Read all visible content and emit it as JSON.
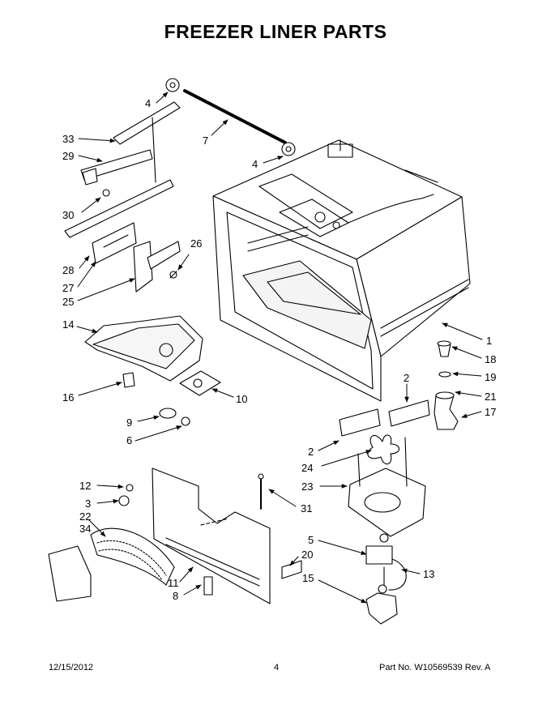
{
  "title": "FREEZER LINER PARTS",
  "footer": {
    "date": "12/15/2012",
    "page": "4",
    "part_number": "Part No.  W10569539  Rev.  A"
  },
  "callouts": {
    "c4a": "4",
    "c33": "33",
    "c29": "29",
    "c30": "30",
    "c28": "28",
    "c27": "27",
    "c25": "25",
    "c26": "26",
    "c7": "7",
    "c4b": "4",
    "c14": "14",
    "c16": "16",
    "c10": "10",
    "c9": "9",
    "c6": "6",
    "c1": "1",
    "c18": "18",
    "c19": "19",
    "c21": "21",
    "c17": "17",
    "c2a": "2",
    "c2b": "2",
    "c24": "24",
    "c23": "23",
    "c12": "12",
    "c3": "3",
    "c22": "22",
    "c34": "34",
    "c31": "31",
    "c5": "5",
    "c20": "20",
    "c15": "15",
    "c13": "13",
    "c11": "11",
    "c8": "8"
  }
}
